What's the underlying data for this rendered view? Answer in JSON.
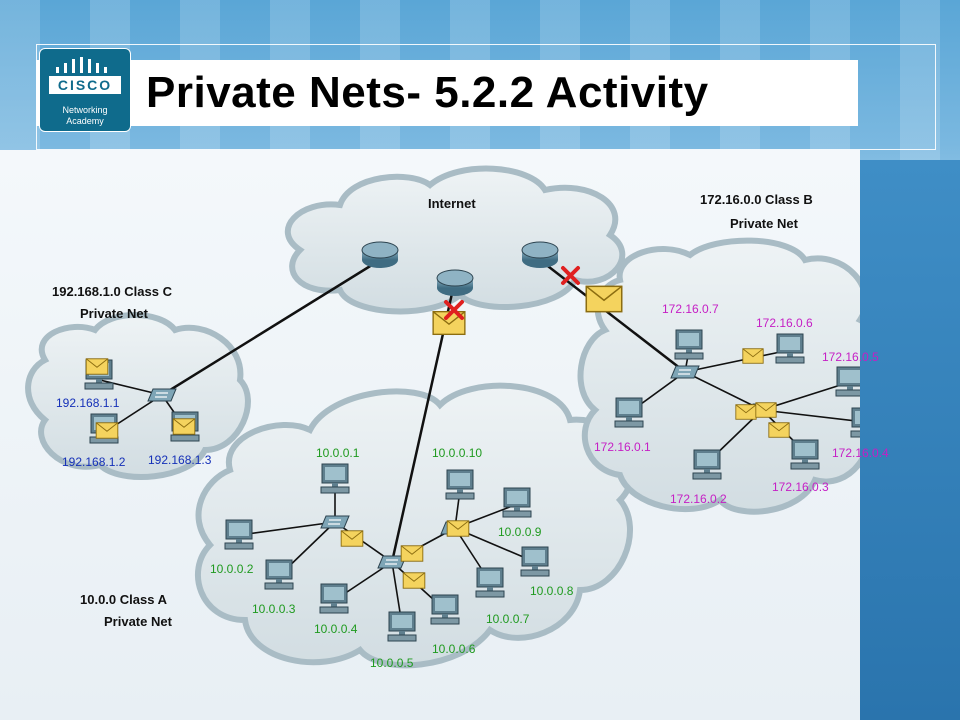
{
  "title": "Private Nets- 5.2.2 Activity",
  "logo": {
    "brand": "CISCO",
    "line1": "Networking",
    "line2": "Academy"
  },
  "internet": {
    "label": "Internet"
  },
  "class_c": {
    "line1": "192.168.1.0 Class C",
    "line2": "Private Net",
    "hosts": [
      "192.168.1.1",
      "192.168.1.2",
      "192.168.1.3"
    ]
  },
  "class_a": {
    "line1": "10.0.0 Class A",
    "line2": "Private Net",
    "hosts": [
      "10.0.0.1",
      "10.0.0.2",
      "10.0.0.3",
      "10.0.0.4",
      "10.0.0.5",
      "10.0.0.6",
      "10.0.0.7",
      "10.0.0.8",
      "10.0.0.9",
      "10.0.0.10"
    ]
  },
  "class_b": {
    "line1": "172.16.0.0 Class B",
    "line2": "Private Net",
    "hosts": [
      "172.16.0.1",
      "172.16.0.2",
      "172.16.0.3",
      "172.16.0.4",
      "172.16.0.5",
      "172.16.0.6",
      "172.16.0.7"
    ]
  },
  "colors": {
    "class_c_ip": "#1530b8",
    "class_a_ip": "#1f9a1f",
    "class_b_ip": "#c51fc5",
    "blocked_mark": "#e02020",
    "envelope": "#f4d35e"
  }
}
